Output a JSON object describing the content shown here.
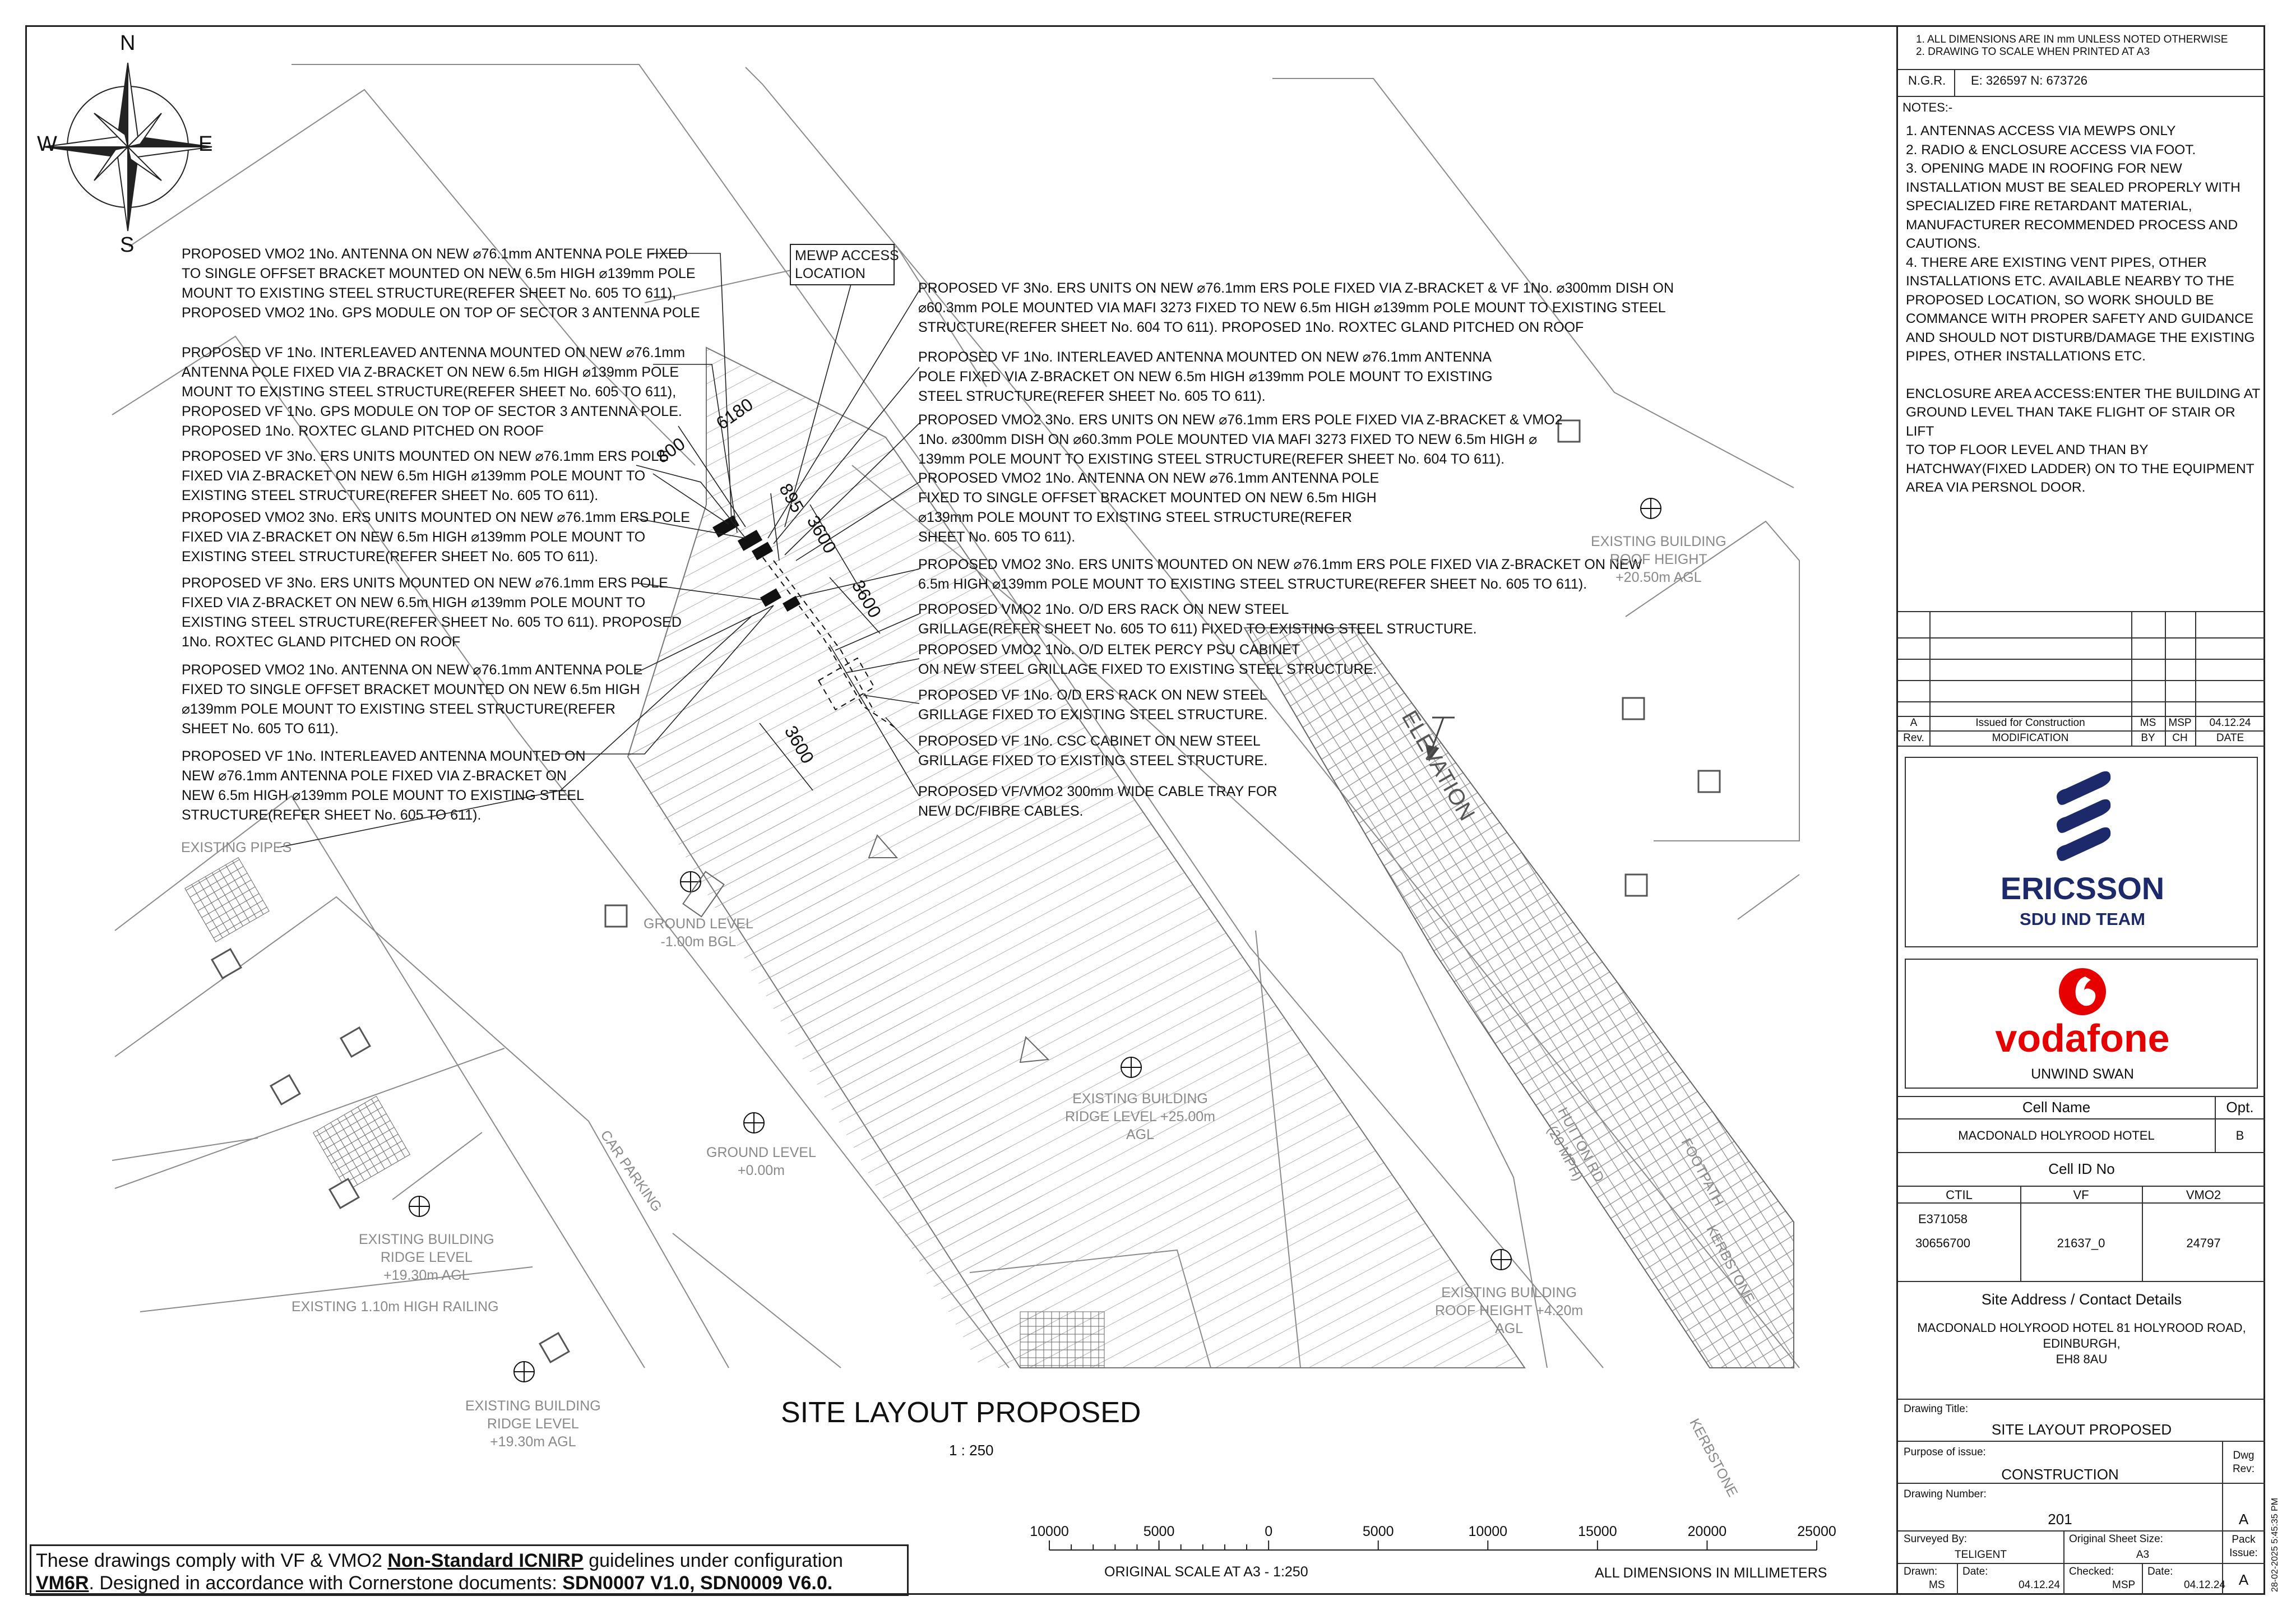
{
  "compass": {
    "n": "N",
    "s": "S",
    "e": "E",
    "w": "W"
  },
  "header_notes": [
    "1. ALL DIMENSIONS ARE IN mm UNLESS NOTED OTHERWISE",
    "2. DRAWING TO SCALE WHEN PRINTED AT A3"
  ],
  "ngr": {
    "label": "N.G.R.",
    "value": "E: 326597  N: 673726"
  },
  "notes": {
    "title": "NOTES:-",
    "items": [
      "1. ANTENNAS ACCESS VIA MEWPS ONLY",
      "2. RADIO & ENCLOSURE ACCESS VIA FOOT.",
      "3. OPENING MADE IN ROOFING FOR NEW",
      "INSTALLATION MUST BE SEALED PROPERLY WITH",
      "SPECIALIZED FIRE RETARDANT MATERIAL,",
      "MANUFACTURER RECOMMENDED PROCESS AND",
      "CAUTIONS.",
      "4. THERE ARE EXISTING VENT PIPES, OTHER",
      "INSTALLATIONS ETC. AVAILABLE NEARBY TO THE",
      "PROPOSED LOCATION, SO WORK SHOULD BE",
      "COMMANCE WITH PROPER SAFETY AND GUIDANCE",
      "AND SHOULD NOT DISTURB/DAMAGE THE EXISTING",
      "PIPES, OTHER INSTALLATIONS ETC.",
      "",
      "ENCLOSURE AREA ACCESS:ENTER THE BUILDING AT",
      "GROUND LEVEL THAN TAKE FLIGHT OF STAIR OR LIFT",
      "TO TOP FLOOR LEVEL AND THAN BY",
      "HATCHWAY(FIXED LADDER) ON TO THE EQUIPMENT",
      "AREA VIA PERSNOL DOOR."
    ]
  },
  "revision": {
    "rev": "A",
    "modification": "Issued for Construction",
    "by": "MS",
    "ch": "MSP",
    "date": "04.12.24",
    "headers": {
      "rev": "Rev.",
      "modification": "MODIFICATION",
      "by": "BY",
      "ch": "CH",
      "date": "DATE"
    }
  },
  "ericsson": {
    "name": "ERICSSON",
    "team": "SDU IND TEAM"
  },
  "vodafone": {
    "name": "vodafone",
    "sub": "UNWIND SWAN"
  },
  "cell": {
    "name_label": "Cell Name",
    "opt_label": "Opt.",
    "name": "MACDONALD HOLYROOD HOTEL",
    "opt": "B",
    "id_label": "Cell ID No",
    "cols": [
      "CTIL",
      "VF",
      "VMO2"
    ],
    "ctil": [
      "E371058",
      "30656700"
    ],
    "vf": "21637_0",
    "vmo2": "24797"
  },
  "site": {
    "label": "Site Address / Contact Details",
    "address": [
      "MACDONALD HOLYROOD HOTEL 81 HOLYROOD ROAD,",
      "EDINBURGH,",
      "EH8 8AU"
    ]
  },
  "drawing": {
    "title_label": "Drawing Title:",
    "title": "SITE LAYOUT PROPOSED",
    "purpose_label": "Purpose of issue:",
    "purpose": "CONSTRUCTION",
    "dwg_rev_label": "Dwg Rev:",
    "number_label": "Drawing Number:",
    "number": "201",
    "rev": "A",
    "surveyed_label": "Surveyed By:",
    "surveyed": "TELIGENT",
    "sheet_label": "Original Sheet Size:",
    "sheet": "A3",
    "pack_label": "Pack Issue:",
    "pack": "A",
    "drawn_label": "Drawn:",
    "drawn": "MS",
    "date_label": "Date:",
    "date1": "04.12.24",
    "checked_label": "Checked:",
    "checked": "MSP",
    "date2": "04.12.24",
    "stamp": "28-02-2025 5:45:35 PM"
  },
  "plan": {
    "title": "SITE LAYOUT PROPOSED",
    "scale": "1 : 250",
    "mewp": [
      "MEWP ACCESS",
      "LOCATION"
    ],
    "elevation": "ELEVATION",
    "dims": [
      "800",
      "6180",
      "895",
      "3600",
      "3600",
      "3600"
    ],
    "left_notes": [
      [
        "PROPOSED VMO2 1No. ANTENNA ON NEW  ⌀76.1mm ANTENNA POLE FIXED",
        "TO SINGLE OFFSET BRACKET MOUNTED ON NEW 6.5m HIGH  ⌀139mm POLE",
        "MOUNT TO EXISTING STEEL STRUCTURE(REFER SHEET No. 605 TO 611),",
        "PROPOSED VMO2 1No. GPS MODULE ON TOP OF SECTOR 3 ANTENNA POLE"
      ],
      [
        "PROPOSED VF 1No. INTERLEAVED ANTENNA MOUNTED ON NEW  ⌀76.1mm",
        "ANTENNA POLE FIXED VIA Z-BRACKET ON NEW 6.5m HIGH  ⌀139mm POLE",
        "MOUNT TO EXISTING STEEL STRUCTURE(REFER SHEET No. 605 TO 611),",
        "PROPOSED VF 1No. GPS MODULE ON TOP OF SECTOR 3 ANTENNA POLE.",
        "PROPOSED 1No. ROXTEC GLAND PITCHED ON ROOF"
      ],
      [
        "PROPOSED VF 3No. ERS UNITS MOUNTED ON NEW  ⌀76.1mm ERS POLE",
        "FIXED VIA Z-BRACKET ON NEW 6.5m HIGH  ⌀139mm POLE MOUNT TO",
        "EXISTING STEEL STRUCTURE(REFER SHEET No. 605 TO 611)."
      ],
      [
        "PROPOSED VMO2 3No. ERS UNITS MOUNTED ON NEW  ⌀76.1mm ERS POLE",
        "FIXED VIA Z-BRACKET ON NEW 6.5m HIGH  ⌀139mm POLE MOUNT TO",
        "EXISTING STEEL STRUCTURE(REFER SHEET No. 605 TO 611)."
      ],
      [
        "PROPOSED VF 3No. ERS UNITS MOUNTED ON NEW  ⌀76.1mm ERS POLE",
        "FIXED VIA Z-BRACKET ON NEW 6.5m HIGH  ⌀139mm POLE MOUNT TO",
        "EXISTING STEEL STRUCTURE(REFER SHEET No. 605 TO 611). PROPOSED",
        "1No. ROXTEC GLAND PITCHED ON ROOF"
      ],
      [
        "PROPOSED VMO2 1No. ANTENNA ON NEW  ⌀76.1mm ANTENNA POLE",
        "FIXED TO SINGLE OFFSET BRACKET MOUNTED ON NEW 6.5m HIGH",
        "⌀139mm POLE MOUNT TO EXISTING STEEL STRUCTURE(REFER",
        "SHEET No. 605 TO 611)."
      ],
      [
        "PROPOSED VF 1No. INTERLEAVED ANTENNA MOUNTED ON",
        "NEW ⌀76.1mm ANTENNA POLE FIXED VIA Z-BRACKET ON",
        "NEW 6.5m HIGH ⌀139mm POLE MOUNT TO EXISTING STEEL",
        "STRUCTURE(REFER SHEET No. 605 TO 611)."
      ]
    ],
    "right_notes": [
      [
        "PROPOSED VF 3No. ERS UNITS ON NEW  ⌀76.1mm ERS POLE FIXED VIA Z-BRACKET & VF 1No.   ⌀300mm DISH ON",
        "⌀60.3mm POLE MOUNTED VIA MAFI 3273 FIXED TO NEW 6.5m HIGH  ⌀139mm POLE MOUNT TO EXISTING STEEL",
        "STRUCTURE(REFER SHEET No. 604 TO 611). PROPOSED 1No. ROXTEC GLAND PITCHED ON ROOF"
      ],
      [
        "PROPOSED VF 1No. INTERLEAVED ANTENNA MOUNTED ON NEW  ⌀76.1mm ANTENNA",
        "POLE FIXED VIA Z-BRACKET ON NEW 6.5m HIGH  ⌀139mm POLE MOUNT TO EXISTING",
        "STEEL STRUCTURE(REFER SHEET No. 605 TO 611)."
      ],
      [
        "PROPOSED VMO2 3No. ERS UNITS ON NEW  ⌀76.1mm ERS POLE FIXED VIA Z-BRACKET & VMO2",
        "1No.  ⌀300mm DISH ON  ⌀60.3mm POLE MOUNTED VIA MAFI 3273 FIXED TO NEW 6.5m HIGH   ⌀",
        "139mm POLE MOUNT TO EXISTING STEEL STRUCTURE(REFER SHEET No. 604 TO 611)."
      ],
      [
        "PROPOSED VMO2 1No. ANTENNA ON NEW  ⌀76.1mm ANTENNA POLE",
        "FIXED TO SINGLE OFFSET BRACKET MOUNTED ON NEW 6.5m HIGH",
        "⌀139mm POLE MOUNT TO EXISTING STEEL STRUCTURE(REFER",
        "SHEET No. 605 TO 611)."
      ],
      [
        "PROPOSED VMO2 3No. ERS UNITS MOUNTED ON NEW  ⌀76.1mm ERS POLE FIXED VIA Z-BRACKET ON NEW",
        "6.5m HIGH  ⌀139mm POLE MOUNT TO EXISTING STEEL STRUCTURE(REFER SHEET No. 605 TO 611)."
      ],
      [
        "PROPOSED VMO2 1No. O/D ERS RACK ON NEW STEEL",
        "GRILLAGE(REFER SHEET No. 605 TO 611) FIXED TO EXISTING STEEL STRUCTURE."
      ],
      [
        "PROPOSED VMO2 1No. O/D ELTEK PERCY PSU CABINET",
        "ON NEW STEEL GRILLAGE FIXED TO EXISTING STEEL STRUCTURE."
      ],
      [
        "PROPOSED VF 1No. O/D ERS RACK ON NEW STEEL",
        "GRILLAGE FIXED TO EXISTING STEEL STRUCTURE."
      ],
      [
        "PROPOSED VF 1No. CSC CABINET ON NEW STEEL",
        "GRILLAGE FIXED TO EXISTING STEEL STRUCTURE."
      ],
      [
        "PROPOSED VF/VMO2 300mm WIDE CABLE TRAY FOR",
        "NEW DC/FIBRE CABLES."
      ]
    ],
    "grey_labels": {
      "existing_pipes": "EXISTING PIPES",
      "ground_level_1": [
        "GROUND LEVEL",
        "-1.00m BGL"
      ],
      "ground_level_2": [
        "GROUND LEVEL",
        "+0.00m"
      ],
      "car_parking": "CAR PARKING",
      "ridge_1": [
        "EXISTING BUILDING",
        "RIDGE LEVEL",
        "+19.30m AGL"
      ],
      "railing": "EXISTING 1.10m HIGH RAILING",
      "ridge_2": [
        "EXISTING BUILDING",
        "RIDGE LEVEL",
        "+19.30m AGL"
      ],
      "ridge_25": [
        "EXISTING BUILDING",
        "RIDGE LEVEL +25.00m",
        "AGL"
      ],
      "roof_2050": [
        "EXISTING BUILDING",
        "ROOF HEIGHT",
        "+20.50m AGL"
      ],
      "roof_420": [
        "EXISTING BUILDING",
        "ROOF HEIGHT +4.20m",
        "AGL"
      ],
      "hutton": [
        "HUTTON RD",
        "(20 MPH)"
      ],
      "footpath": "FOOTPATH",
      "kerbstone_1": "KERBSTONE",
      "kerbstone_2": "KERBSTONE"
    }
  },
  "scale_bar": {
    "ticks": [
      "10000",
      "5000",
      "0",
      "5000",
      "10000",
      "15000",
      "20000",
      "25000"
    ],
    "left": "ORIGINAL SCALE AT A3 - 1:250",
    "right": "ALL DIMENSIONS IN MILLIMETERS"
  },
  "compliance": {
    "t1": "These drawings comply with VF & VMO2 ",
    "u1": "Non-Standard ICNIRP",
    "t2": " guidelines under configuration",
    "u2": "VM6R",
    "t3": ". Designed in accordance with Cornerstone documents: ",
    "b1": "SDN0007 V1.0, SDN0009 V6.0."
  },
  "colors": {
    "ericsson": "#1c2a6b",
    "vodafone": "#e60000",
    "line": "#555555",
    "grey": "#8a8a8a"
  }
}
